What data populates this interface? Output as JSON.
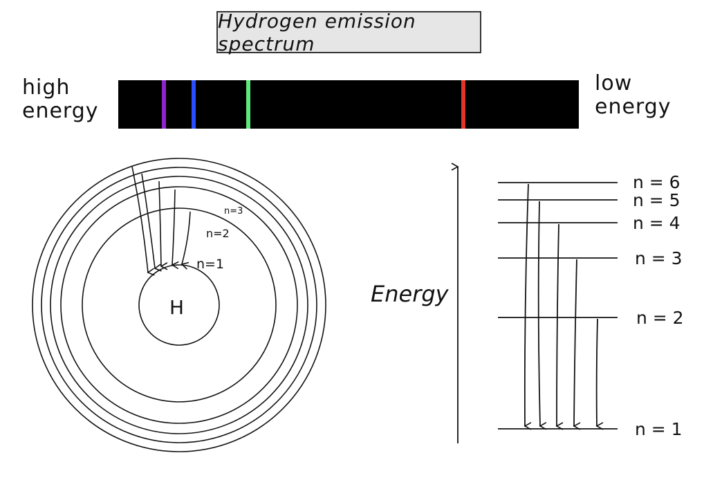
{
  "title": "Hydrogen emission spectrum",
  "spectrum": {
    "left_label": [
      "high",
      "energy"
    ],
    "right_label": [
      "low",
      "energy"
    ],
    "lines": [
      {
        "color": "#8e24c9"
      },
      {
        "color": "#2a4dff"
      },
      {
        "color": "#5ee87a"
      },
      {
        "color": "#e0332a"
      }
    ]
  },
  "bohr_model": {
    "nucleus_label": "H",
    "shell_labels": [
      "n=1",
      "n=2",
      "n=3"
    ]
  },
  "energy_diagram": {
    "axis_label": "Energy",
    "levels": [
      "n = 6",
      "n = 5",
      "n = 4",
      "n = 3",
      "n = 2",
      "n = 1"
    ]
  }
}
